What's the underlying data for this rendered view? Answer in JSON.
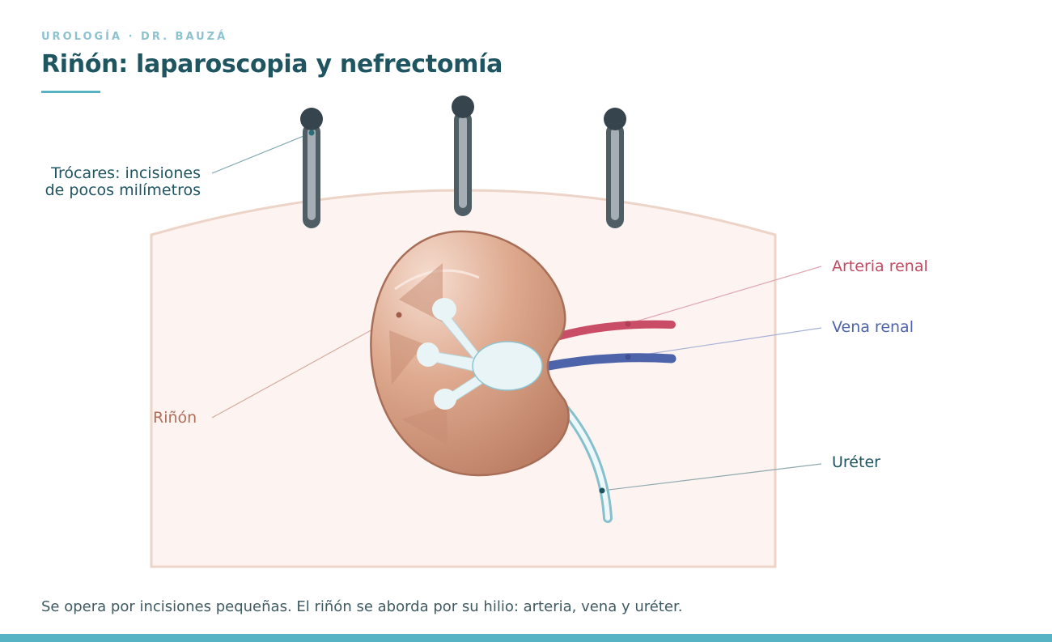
{
  "header": {
    "eyebrow": "UROLOGÍA · DR. BAUZÁ",
    "title": "Riñón: laparoscopia y nefrectomía"
  },
  "labels": {
    "trocar_line1": "Trócares: incisiones",
    "trocar_line2": "de pocos milímetros",
    "kidney": "Riñón",
    "artery": "Arteria renal",
    "vein": "Vena renal",
    "ureter": "Uréter"
  },
  "caption": "Se opera por incisiones pequeñas. El riñón se aborda por su hilio: arteria, vena y uréter.",
  "colors": {
    "title": "#1f5560",
    "accent": "#56b3c3",
    "eyebrow": "#8cc3cf",
    "kidney_label": "#b16e5b",
    "artery": "#c04a62",
    "vein": "#4e64aa",
    "ureter": "#1f5560",
    "body_fill": "#fdf3f0",
    "body_stroke": "#ecd4c8",
    "trocar": "#4f5d65"
  }
}
